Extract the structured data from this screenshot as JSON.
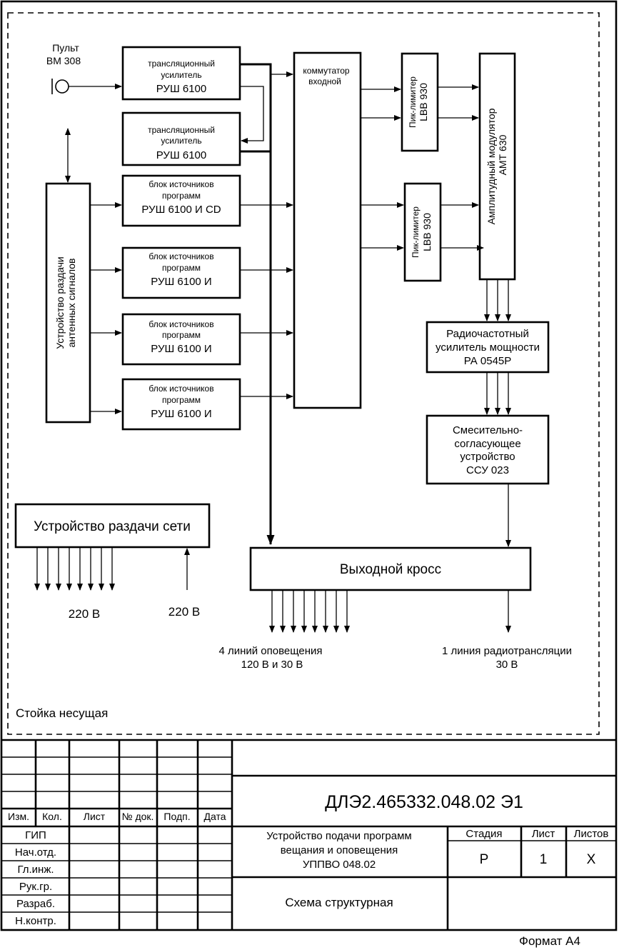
{
  "blocks": {
    "console": [
      "Пульт",
      "ВМ 308"
    ],
    "amp1": [
      "трансляционный",
      "усилитель",
      "РУШ 6100"
    ],
    "amp2": [
      "трансляционный",
      "усилитель",
      "РУШ 6100"
    ],
    "src1": [
      "блок источников",
      "программ",
      "РУШ 6100 И CD"
    ],
    "src2": [
      "блок источников",
      "программ",
      "РУШ 6100 И"
    ],
    "src3": [
      "блок источников",
      "программ",
      "РУШ 6100 И"
    ],
    "src4": [
      "блок источников",
      "программ",
      "РУШ 6100 И"
    ],
    "antenna": [
      "Устройство раздачи",
      "антенных сигналов"
    ],
    "switch": [
      "коммутатор",
      "входной"
    ],
    "limiter1": [
      "Пик-лимитер",
      "LBB 930"
    ],
    "limiter2": [
      "Пик-лимитер",
      "LBB 930"
    ],
    "modulator": [
      "Амплитудный модулятор",
      "АМТ 630"
    ],
    "rf_amp": [
      "Радиочастотный",
      "усилитель мощности",
      "РА 0545Р"
    ],
    "matching": [
      "Смесительно-",
      "согласующее",
      "устройство",
      "ССУ 023"
    ],
    "power_dist": "Устройство раздачи сети",
    "output_cross": "Выходной кросс",
    "v220_out": "220 В",
    "v220_in": "220 В",
    "alert_lines": [
      "4 линий оповещения",
      "120 В и 30 В"
    ],
    "radio_line": [
      "1 линия радиотрансляции",
      "30 В"
    ],
    "rack": "Стойка несущая"
  },
  "title_block": {
    "col_headers": [
      "Изм.",
      "Кол.",
      "Лист",
      "№ док.",
      "Подп.",
      "Дата"
    ],
    "roles": [
      "ГИП",
      "Нач.отд.",
      "Гл.инж.",
      "Рук.гр.",
      "Разраб.",
      "Н.контр."
    ],
    "doc_code": "ДЛЭ2.465332.048.02 Э1",
    "product": [
      "Устройство подачи программ",
      "вещания и оповещения",
      "УППВО 048.02"
    ],
    "doc_title": "Схема структурная",
    "stage_label": "Стадия",
    "sheet_label": "Лист",
    "sheets_label": "Листов",
    "stage": "Р",
    "sheet": "1",
    "sheets": "Х"
  },
  "format": "Формат А4"
}
